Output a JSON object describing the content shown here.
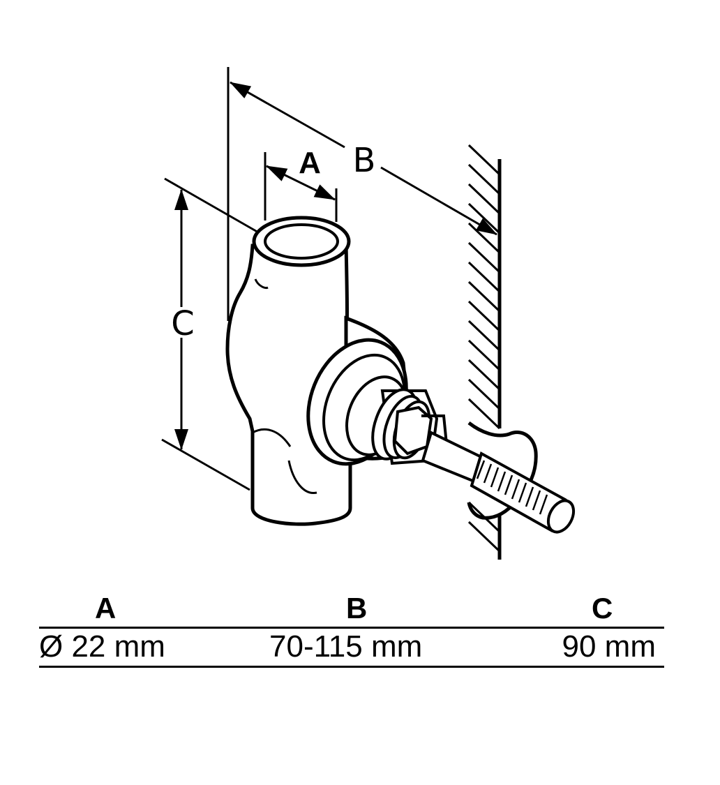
{
  "diagram": {
    "labels": {
      "a": "A",
      "b": "B",
      "c": "C"
    }
  },
  "table": {
    "headers": [
      "A",
      "B",
      "C"
    ],
    "values": [
      "Ø 22 mm",
      "70-115 mm",
      "90 mm"
    ]
  }
}
